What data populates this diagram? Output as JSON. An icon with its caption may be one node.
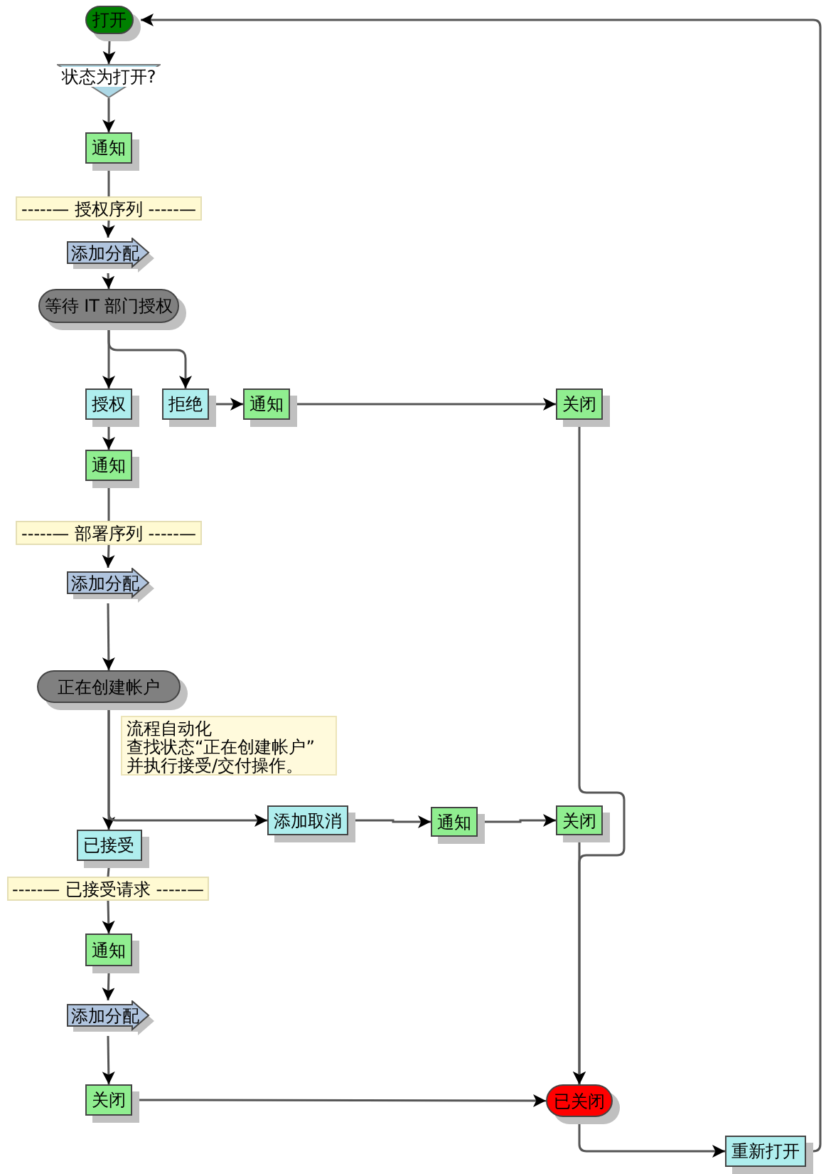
{
  "diagram": {
    "nodes": [
      {
        "text": [
          "打开"
        ]
      },
      {
        "text": [
          "状态为打开?"
        ]
      },
      {
        "text": [
          "通知"
        ]
      },
      {
        "text": [
          "-----— 授权序列 -----—"
        ]
      },
      {
        "text": [
          "添加分配"
        ]
      },
      {
        "text": [
          "等待 IT 部门授权"
        ]
      },
      {
        "text": [
          "授权"
        ]
      },
      {
        "text": [
          "拒绝"
        ]
      },
      {
        "text": [
          "通知"
        ]
      },
      {
        "text": [
          "关闭"
        ]
      },
      {
        "text": [
          "通知"
        ]
      },
      {
        "text": [
          "-----— 部署序列 -----—"
        ]
      },
      {
        "text": [
          "添加分配"
        ]
      },
      {
        "text": [
          "正在创建帐户"
        ]
      },
      {
        "text": [
          "流程自动化",
          "查找状态“正在创建帐户”并执行接受/交付操作。"
        ]
      },
      {
        "text": [
          "添加取消"
        ]
      },
      {
        "text": [
          "通知"
        ]
      },
      {
        "text": [
          "关闭"
        ]
      },
      {
        "text": [
          "已接受"
        ]
      },
      {
        "text": [
          "-----— 已接受请求 -----—"
        ]
      },
      {
        "text": [
          "通知"
        ]
      },
      {
        "text": [
          "添加分配"
        ]
      },
      {
        "text": [
          "关闭"
        ]
      },
      {
        "text": [
          "已关闭"
        ]
      },
      {
        "text": [
          "重新打开"
        ]
      }
    ],
    "edges": [
      {
        "from": 0,
        "to": 1,
        "arrow": "to"
      },
      {
        "from": 1,
        "to": 2,
        "arrow": "to"
      },
      {
        "from": 2,
        "to": 3,
        "arrow": "none"
      },
      {
        "from": 3,
        "to": 4,
        "arrow": "to"
      },
      {
        "from": 4,
        "to": 5,
        "arrow": "to"
      },
      {
        "from": 5,
        "to": 6,
        "arrow": "to"
      },
      {
        "from": 5,
        "to": 7,
        "arrow": "to"
      },
      {
        "from": 7,
        "to": 8,
        "arrow": "to"
      },
      {
        "from": 8,
        "to": 9,
        "arrow": "to"
      },
      {
        "from": 9,
        "to": 23,
        "arrow": "to"
      },
      {
        "from": 6,
        "to": 10,
        "arrow": "to"
      },
      {
        "from": 10,
        "to": 11,
        "arrow": "none"
      },
      {
        "from": 11,
        "to": 12,
        "arrow": "to"
      },
      {
        "from": 12,
        "to": 13,
        "arrow": "to"
      },
      {
        "from": 13,
        "to": 18,
        "arrow": "to"
      },
      {
        "from": 13,
        "to": 15,
        "arrow": "to"
      },
      {
        "from": 15,
        "to": 16,
        "arrow": "to"
      },
      {
        "from": 16,
        "to": 17,
        "arrow": "to"
      },
      {
        "from": 17,
        "to": 23,
        "arrow": "to"
      },
      {
        "from": 18,
        "to": 19,
        "arrow": "none"
      },
      {
        "from": 19,
        "to": 20,
        "arrow": "to"
      },
      {
        "from": 20,
        "to": 21,
        "arrow": "to"
      },
      {
        "from": 21,
        "to": 22,
        "arrow": "to"
      },
      {
        "from": 22,
        "to": 23,
        "arrow": "to"
      },
      {
        "from": 23,
        "to": 24,
        "arrow": "to"
      },
      {
        "from": 24,
        "to": 0,
        "arrow": "to"
      }
    ]
  }
}
